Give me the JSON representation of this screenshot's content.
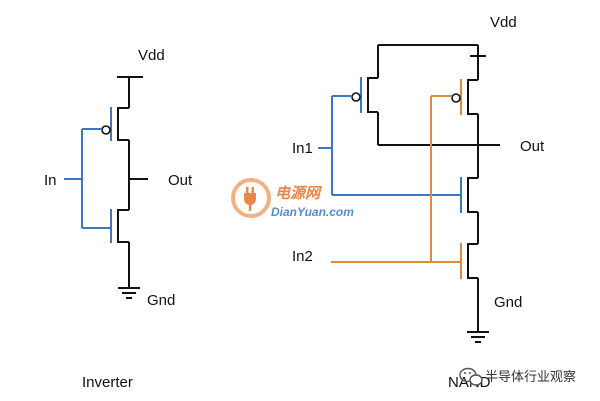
{
  "colors": {
    "wire": "#111111",
    "input_in1": "#3a78c2",
    "input_in2": "#e08a3a",
    "watermark_orange": "#e8722a",
    "watermark_blue": "#3a78c2"
  },
  "inverter": {
    "vdd": "Vdd",
    "input": "In",
    "output": "Out",
    "gnd": "Gnd",
    "caption": "Inverter"
  },
  "nand": {
    "vdd": "Vdd",
    "input1": "In1",
    "input2": "In2",
    "output": "Out",
    "gnd": "Gnd",
    "caption": "NAND"
  },
  "watermarks": {
    "site_cn": "电源网",
    "site_en": "DianYuan.com",
    "wechat": "半导体行业观察",
    "wechat_icon": "wechat-icon",
    "plug_icon": "power-plug-icon"
  }
}
